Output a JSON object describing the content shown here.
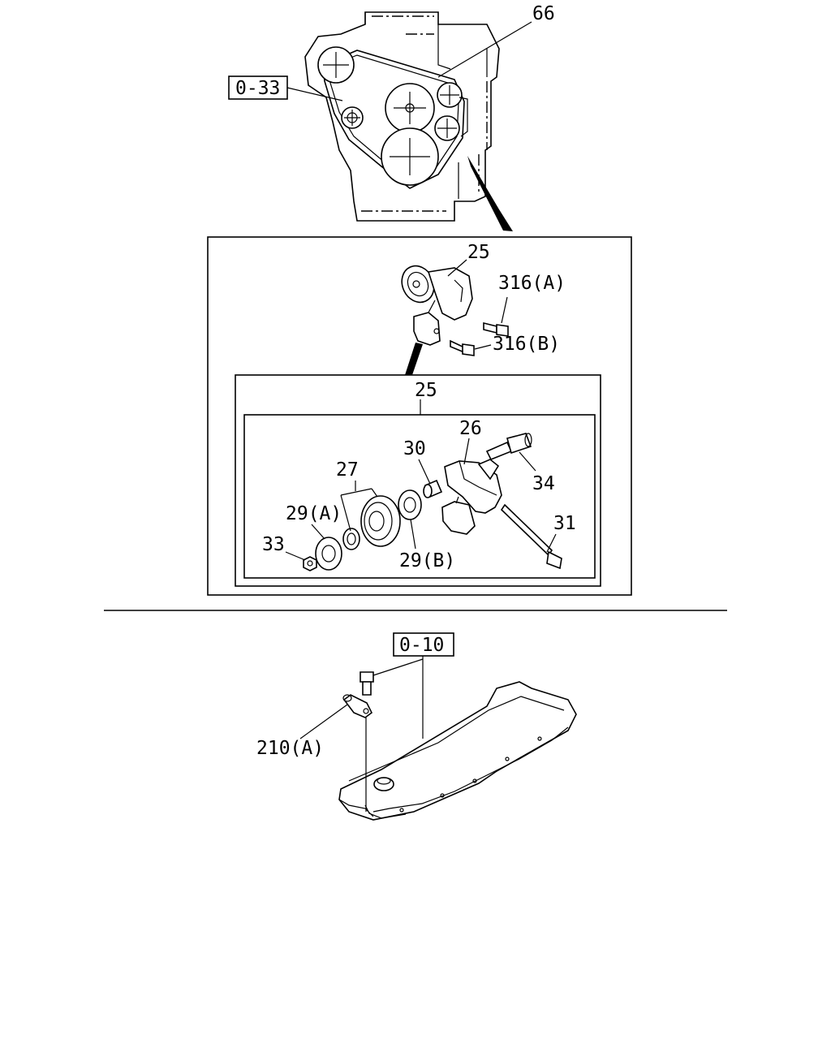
{
  "callouts": {
    "belt": "66",
    "ref_top": "0-33",
    "tensioner_assy": "25",
    "bolt_a": "316(A)",
    "bolt_b": "316(B)",
    "assy_box_label": "25",
    "bracket": "26",
    "pulley": "27",
    "collar": "30",
    "bolt_34": "34",
    "washer_a": "29(A)",
    "nut": "33",
    "bolt_31": "31",
    "washer_b": "29(B)",
    "ref_bottom": "0-10",
    "bracket_210a": "210(A)"
  }
}
